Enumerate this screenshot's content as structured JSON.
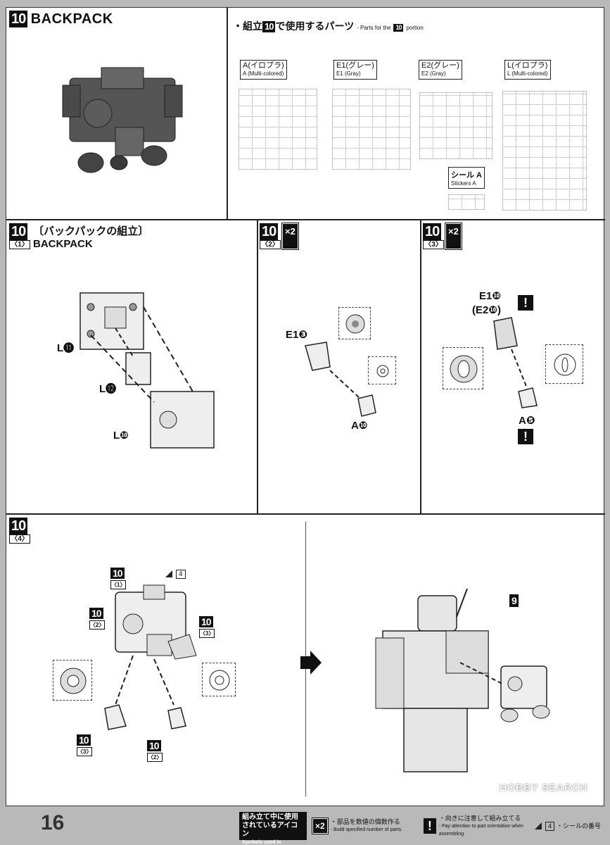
{
  "step10": {
    "number": "10",
    "title": "BACKPACK",
    "parts_header_jp": "・組立",
    "parts_header_num": "10",
    "parts_header_jp2": "で使用するパーツ",
    "parts_header_en": "- Parts for the",
    "parts_header_en_num": "10",
    "parts_header_en2": "portion",
    "runners": [
      {
        "label": "A",
        "jp": "(イロプラ)",
        "en": "A (Multi-colored)"
      },
      {
        "label": "E1",
        "jp": "(グレー)",
        "en": "E1 (Gray)"
      },
      {
        "label": "E2",
        "jp": "(グレー)",
        "en": "E2 (Gray)"
      },
      {
        "label": "L",
        "jp": "(イロプラ)",
        "en": "L (Multi-colored)"
      }
    ],
    "sticker_jp": "シール A",
    "sticker_en": "Stickers A"
  },
  "sub1": {
    "num": "10",
    "sub": "〈1〉",
    "title_jp": "〔バックパックの組立〕",
    "title_en": "BACKPACK",
    "parts": [
      "L⓫",
      "L⓬",
      "L❿"
    ]
  },
  "sub2": {
    "num": "10",
    "sub": "〈2〉",
    "mult": "×2",
    "parts": [
      "E1❸",
      "A❿"
    ]
  },
  "sub3": {
    "num": "10",
    "sub": "〈3〉",
    "mult": "×2",
    "parts": [
      "E1❿",
      "(E2❿)",
      "A❺"
    ],
    "bang": "!"
  },
  "sub4": {
    "num": "10",
    "sub": "〈4〉",
    "callouts": [
      {
        "num": "10",
        "sub": "〈1〉"
      },
      {
        "num": "10",
        "sub": "〈2〉"
      },
      {
        "num": "10",
        "sub": "〈3〉"
      },
      {
        "num": "10",
        "sub": "〈3〉"
      },
      {
        "num": "10",
        "sub": "〈2〉"
      }
    ],
    "sticker_num": "4",
    "ref_step": "9"
  },
  "footer": {
    "page": "16",
    "legend_head_jp": "組み立て中に使用されているアイコン",
    "legend_head_en": "Symbols used in instructions",
    "mult_icon": "×2",
    "mult_jp": "・部品を数値の個数作る",
    "mult_en": "- Build specified number of parts.",
    "bang_icon": "!",
    "bang_jp": "・向きに注意して組み立てる",
    "bang_en": "- Pay attention to part orientation when assembling.",
    "sticker_icon_num": "4",
    "sticker_jp": "・シールの番号",
    "watermark": "HOBBY SEARCH"
  }
}
